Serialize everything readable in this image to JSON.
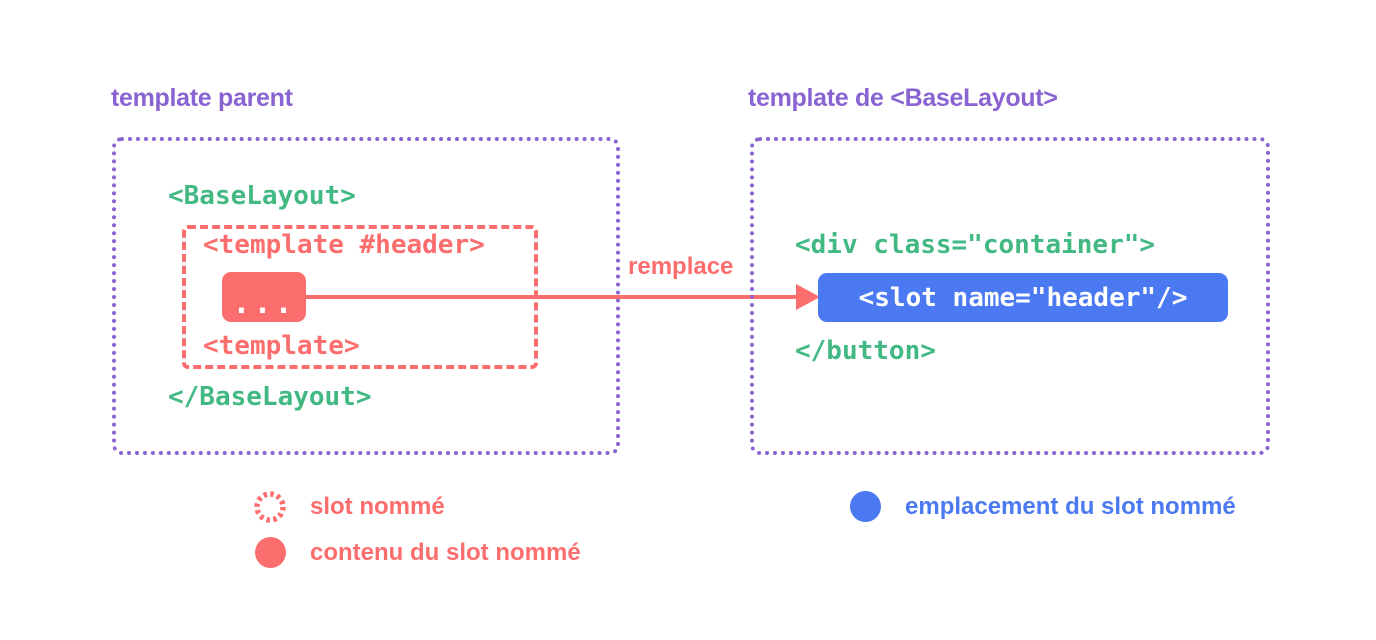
{
  "colors": {
    "purple": "#8a63d2",
    "green": "#42b883",
    "red": "#fc6d6d",
    "blue": "#4b79f1",
    "background": "#ffffff",
    "chip_text": "#ffffff"
  },
  "left_panel": {
    "title": "template parent",
    "code": {
      "open_tag": "<BaseLayout>",
      "close_tag": "</BaseLayout>"
    },
    "slot_box": {
      "open_tag": "<template #header>",
      "content": "...",
      "close_tag": "<template>"
    }
  },
  "arrow": {
    "label": "remplace"
  },
  "right_panel": {
    "title": "template de <BaseLayout>",
    "code": {
      "open_tag": "<div class=\"container\">",
      "slot_tag": "<slot name=\"header\"/>",
      "close_tag": "</button>"
    }
  },
  "legend": {
    "left": [
      {
        "marker": "dotted-circle",
        "label": "slot nommé"
      },
      {
        "marker": "solid-red-circle",
        "label": "contenu du slot nommé"
      }
    ],
    "right": [
      {
        "marker": "solid-blue-circle",
        "label": "emplacement du slot nommé"
      }
    ]
  }
}
